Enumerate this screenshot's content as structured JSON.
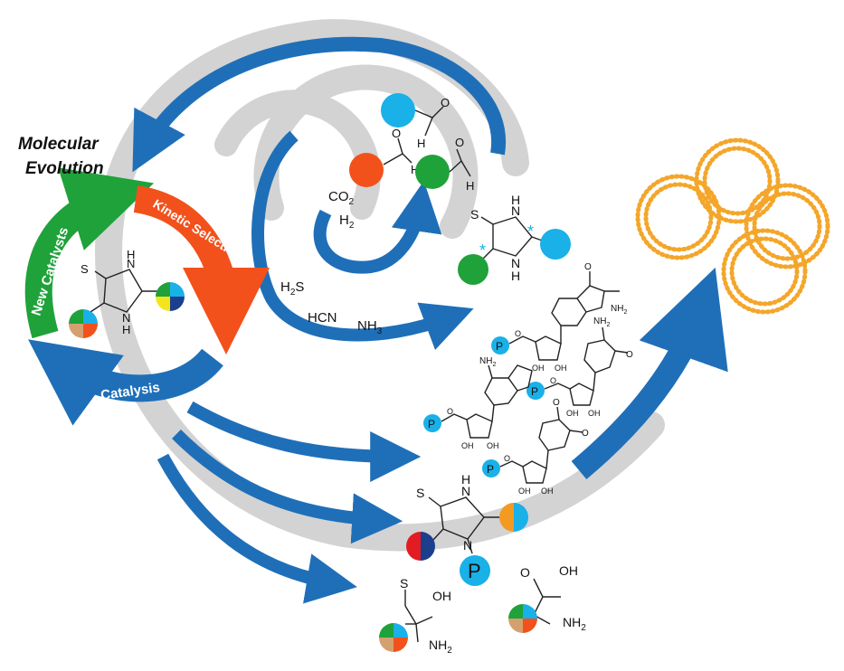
{
  "title": {
    "line1": "Molecular",
    "line2": "Evolution"
  },
  "cycle": {
    "new_catalysts": "New Catalysts",
    "kinetic_selection": "Kinetic Selection",
    "catalysis": "Catalysis"
  },
  "feedstock": {
    "co2": "CO",
    "co2_sub": "2",
    "h2": "H",
    "h2_sub": "2",
    "h2s": "H",
    "h2s_sub": "2",
    "h2s_tail": "S",
    "hcn": "HCN",
    "nh3": "NH",
    "nh3_sub": "3"
  },
  "atoms": {
    "s": "S",
    "n": "N",
    "h": "H",
    "o": "O",
    "oh": "OH",
    "nh2": "NH",
    "nh2_sub": "2",
    "star": "*",
    "p": "P"
  },
  "colors": {
    "blue_arrow": "#1f6fb8",
    "gray_spiral": "#d3d3d3",
    "green": "#1fa23a",
    "orange_red": "#f2511b",
    "cyan": "#1ab0e8",
    "orange_vesicle": "#f4a62a",
    "red": "#e31b23",
    "dark_blue": "#1b3f8c",
    "yellow": "#f4e41c",
    "tan": "#d4a070",
    "orange": "#f39a23"
  }
}
